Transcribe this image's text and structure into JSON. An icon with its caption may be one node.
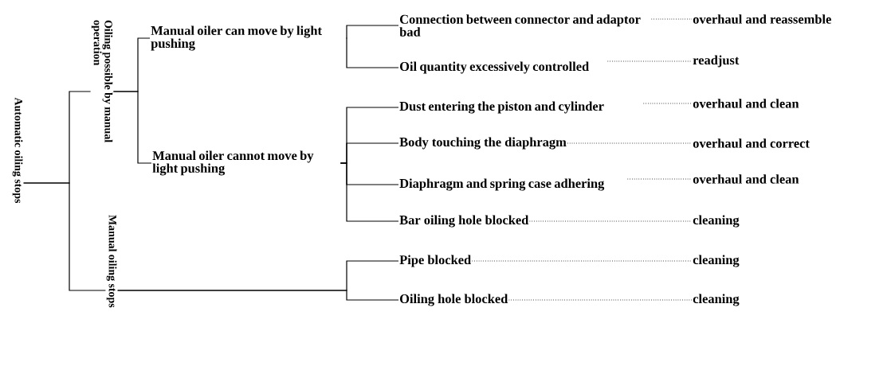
{
  "diagram": {
    "nodes": [
      {
        "text": [
          "Automatic oiling stops"
        ]
      },
      {
        "text": [
          "Oiling possible by manual operation"
        ]
      },
      {
        "text": [
          "Manual oiling stops"
        ]
      },
      {
        "text": [
          "Manual oiler can move by light pushing"
        ]
      },
      {
        "text": [
          "Manual oiler cannot move by light pushing"
        ]
      },
      {
        "text": [
          "Connection between connector and adaptor bad"
        ]
      },
      {
        "text": [
          "Oil quantity excessively controlled"
        ]
      },
      {
        "text": [
          "Dust entering the piston and cylinder"
        ]
      },
      {
        "text": [
          "Body touching the diaphragm"
        ]
      },
      {
        "text": [
          "Diaphragm and spring case adhering"
        ]
      },
      {
        "text": [
          "Bar oiling hole blocked"
        ]
      },
      {
        "text": [
          "Pipe blocked"
        ]
      },
      {
        "text": [
          "Oiling hole blocked"
        ]
      },
      {
        "text": [
          "overhaul and reassemble"
        ]
      },
      {
        "text": [
          "readjust"
        ]
      },
      {
        "text": [
          "overhaul and clean"
        ]
      },
      {
        "text": [
          "overhaul and correct"
        ]
      },
      {
        "text": [
          "overhaul and clean"
        ]
      },
      {
        "text": [
          "cleaning"
        ]
      },
      {
        "text": [
          "cleaning"
        ]
      },
      {
        "text": [
          "cleaning"
        ]
      }
    ],
    "edges": [
      {
        "from": 0,
        "to": 1,
        "arrow": "none"
      },
      {
        "from": 0,
        "to": 2,
        "arrow": "none"
      },
      {
        "from": 1,
        "to": 3,
        "arrow": "none"
      },
      {
        "from": 1,
        "to": 4,
        "arrow": "none"
      },
      {
        "from": 3,
        "to": 5,
        "arrow": "none"
      },
      {
        "from": 3,
        "to": 6,
        "arrow": "none"
      },
      {
        "from": 4,
        "to": 7,
        "arrow": "none"
      },
      {
        "from": 4,
        "to": 8,
        "arrow": "none"
      },
      {
        "from": 4,
        "to": 9,
        "arrow": "none"
      },
      {
        "from": 4,
        "to": 10,
        "arrow": "none"
      },
      {
        "from": 2,
        "to": 11,
        "arrow": "none"
      },
      {
        "from": 2,
        "to": 12,
        "arrow": "none"
      },
      {
        "from": 5,
        "to": 13,
        "arrow": "none",
        "style": "dashed"
      },
      {
        "from": 6,
        "to": 14,
        "arrow": "none",
        "style": "dashed"
      },
      {
        "from": 7,
        "to": 15,
        "arrow": "none",
        "style": "dashed"
      },
      {
        "from": 8,
        "to": 16,
        "arrow": "none",
        "style": "dashed"
      },
      {
        "from": 9,
        "to": 17,
        "arrow": "none",
        "style": "dashed"
      },
      {
        "from": 10,
        "to": 18,
        "arrow": "none",
        "style": "dashed"
      },
      {
        "from": 11,
        "to": 19,
        "arrow": "none",
        "style": "dashed"
      },
      {
        "from": 12,
        "to": 20,
        "arrow": "none",
        "style": "dashed"
      }
    ]
  }
}
